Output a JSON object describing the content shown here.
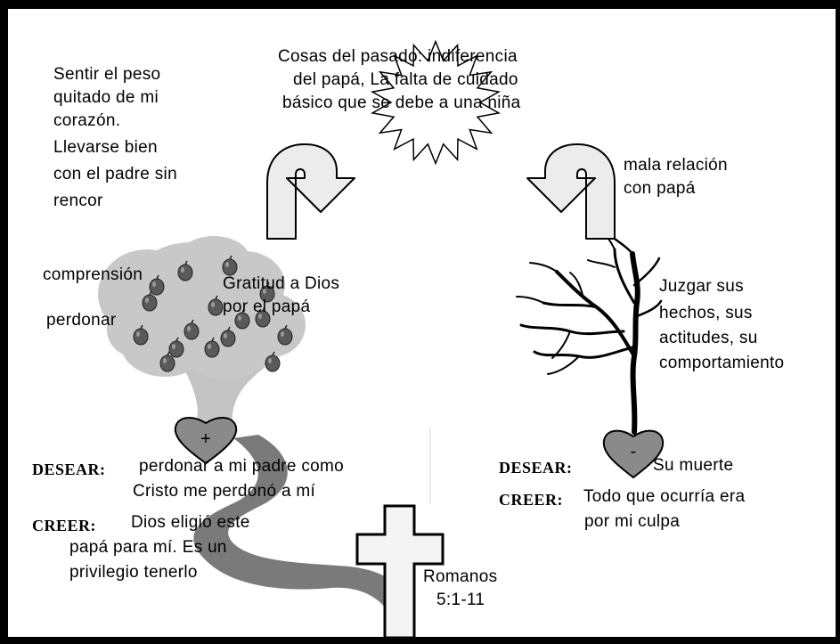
{
  "top_center": {
    "lines": [
      "Cosas del pasado: indiferencia",
      "del papá, La falta de cuidado",
      "básico que se debe a una niña"
    ]
  },
  "top_left": {
    "lines": [
      "Sentir el peso",
      "quitado de mi",
      "corazón.",
      "Llevarse bien",
      "con el padre sin",
      "rencor"
    ]
  },
  "top_right": {
    "lines": [
      "mala relación",
      "con papá"
    ]
  },
  "left_tree": {
    "comprension": "comprensión",
    "perdonar": "perdonar",
    "gratitud_lines": [
      "Gratitud a Dios",
      "por el papá"
    ],
    "heart_symbol": "+"
  },
  "right_tree": {
    "juzgar_lines": [
      "Juzgar sus",
      "hechos, sus",
      "actitudes, su",
      "comportamiento"
    ],
    "heart_symbol": "-"
  },
  "left_bottom": {
    "desear_label": "DESEAR:",
    "desear_lines": [
      "perdonar a mi padre como",
      "Cristo me perdonó a mí"
    ],
    "creer_label": "CREER:",
    "creer_lines": [
      "Dios eligió este",
      "papá para mí. Es un",
      "privilegio tenerlo"
    ]
  },
  "right_bottom": {
    "desear_label": "DESEAR:",
    "desear_text": "Su muerte",
    "creer_label": "CREER:",
    "creer_lines": [
      "Todo que ocurría era",
      "por mi culpa"
    ]
  },
  "cross": {
    "lines": [
      "Romanos",
      "5:1-11"
    ]
  },
  "colors": {
    "border": "#000000",
    "background": "#ffffff",
    "foliage": "#c8c8c8",
    "trunk": "#c4c4c4",
    "path": "#7a7a7a",
    "heart": "#8a8a8a",
    "apple": "#5a5a5a",
    "arrow_fill": "#ececec"
  }
}
